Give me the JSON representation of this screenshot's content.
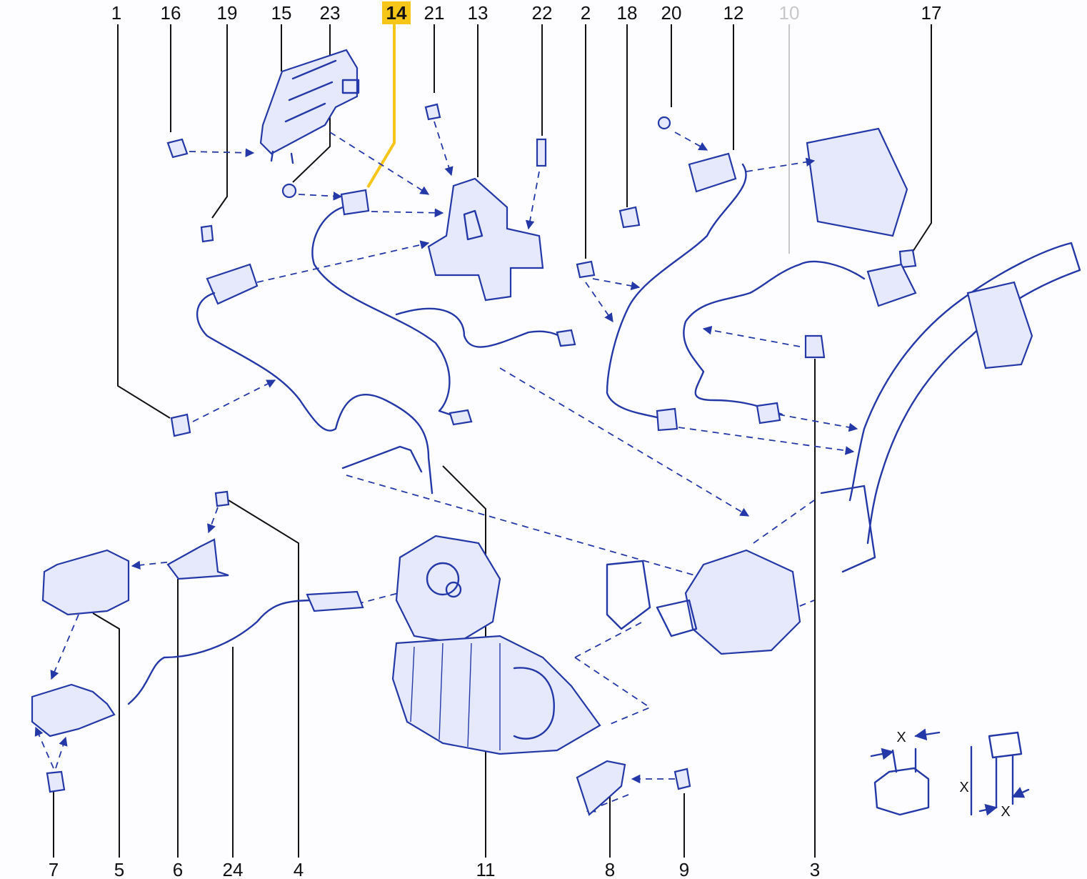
{
  "labels": {
    "top": [
      "1",
      "16",
      "19",
      "15",
      "23",
      "14",
      "21",
      "13",
      "22",
      "2",
      "18",
      "20",
      "12",
      "10",
      "17"
    ],
    "bottom": [
      "7",
      "5",
      "6",
      "24",
      "4",
      "11",
      "8",
      "9",
      "3"
    ]
  },
  "highlight_label": "14",
  "dimmed_label": "10",
  "dimension_symbol": "X",
  "colors": {
    "line": "#2538a8",
    "leader": "#111111",
    "highlight": "#f5c518",
    "dimmed_text": "#c8c8c8"
  }
}
